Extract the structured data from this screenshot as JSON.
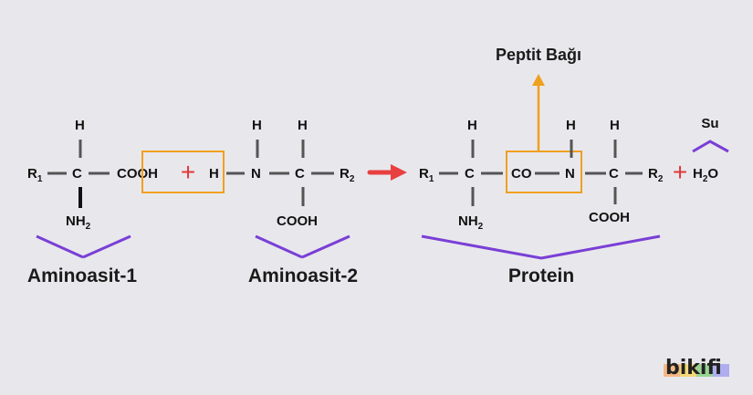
{
  "colors": {
    "background": "#e8e8ec",
    "bond": "#555555",
    "box": "#f0a020",
    "plus": "#e03a3a",
    "arrow": "#e84040",
    "brace": "#7a3fd6",
    "peptide_arrow": "#f0a020"
  },
  "atoms": {
    "r": "R",
    "r1_sub": "1",
    "r2_sub": "2",
    "c": "C",
    "h": "H",
    "n": "N",
    "nh": "NH",
    "nh2_sub": "2",
    "cooh": "COOH",
    "co": "CO",
    "h2o_h": "H",
    "h2o_sub": "2",
    "h2o_o": "O"
  },
  "symbols": {
    "plus": "+"
  },
  "labels": {
    "aminoasit1": "Aminoasit-1",
    "aminoasit2": "Aminoasit-2",
    "protein": "Protein",
    "peptit_bagi": "Peptit Bağı",
    "su": "Su"
  },
  "brand": {
    "logo": "bikifi"
  }
}
